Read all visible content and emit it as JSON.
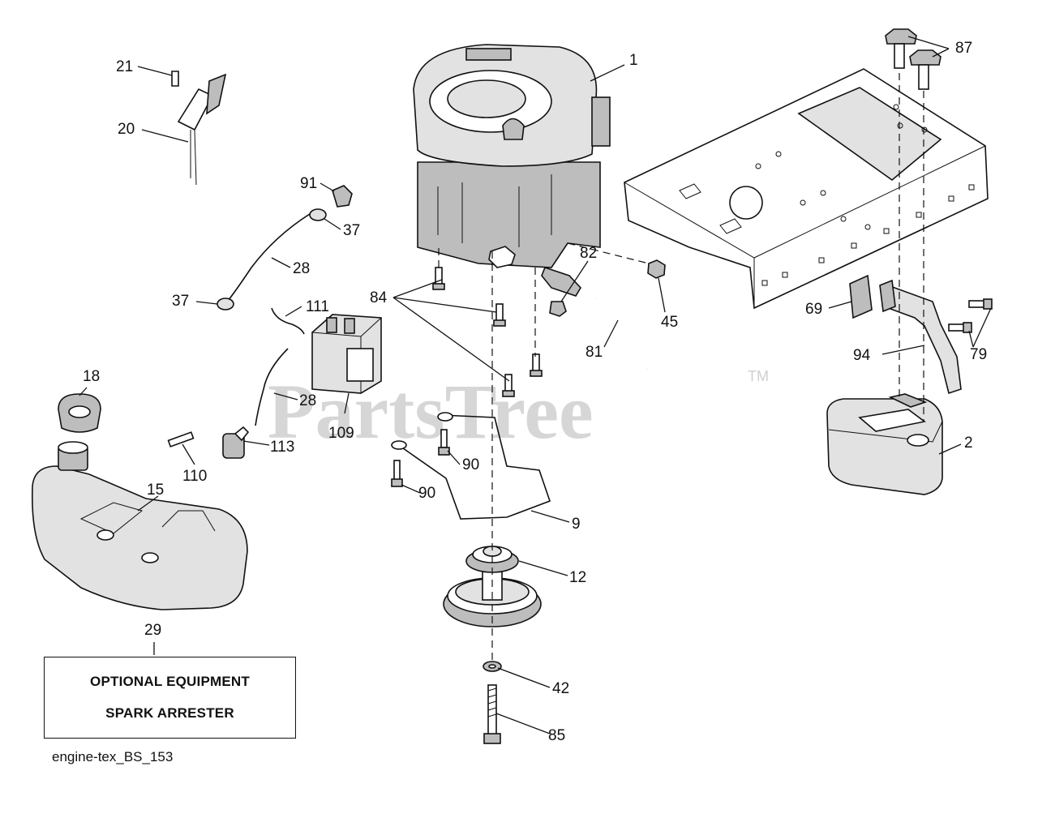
{
  "watermark": {
    "text": "PartsTree",
    "tm": "TM"
  },
  "callouts": {
    "c1": "1",
    "c2": "2",
    "c9": "9",
    "c12": "12",
    "c15": "15",
    "c18": "18",
    "c20": "20",
    "c21": "21",
    "c28a": "28",
    "c28b": "28",
    "c29": "29",
    "c37a": "37",
    "c37b": "37",
    "c42": "42",
    "c45": "45",
    "c69": "69",
    "c79": "79",
    "c81": "81",
    "c82": "82",
    "c84": "84",
    "c85": "85",
    "c87": "87",
    "c90a": "90",
    "c90b": "90",
    "c91": "91",
    "c94": "94",
    "c109": "109",
    "c110": "110",
    "c111": "111",
    "c113": "113"
  },
  "optional_box": {
    "line1": "OPTIONAL EQUIPMENT",
    "line2": "SPARK ARRESTER"
  },
  "diagram_code": "engine-tex_BS_153"
}
